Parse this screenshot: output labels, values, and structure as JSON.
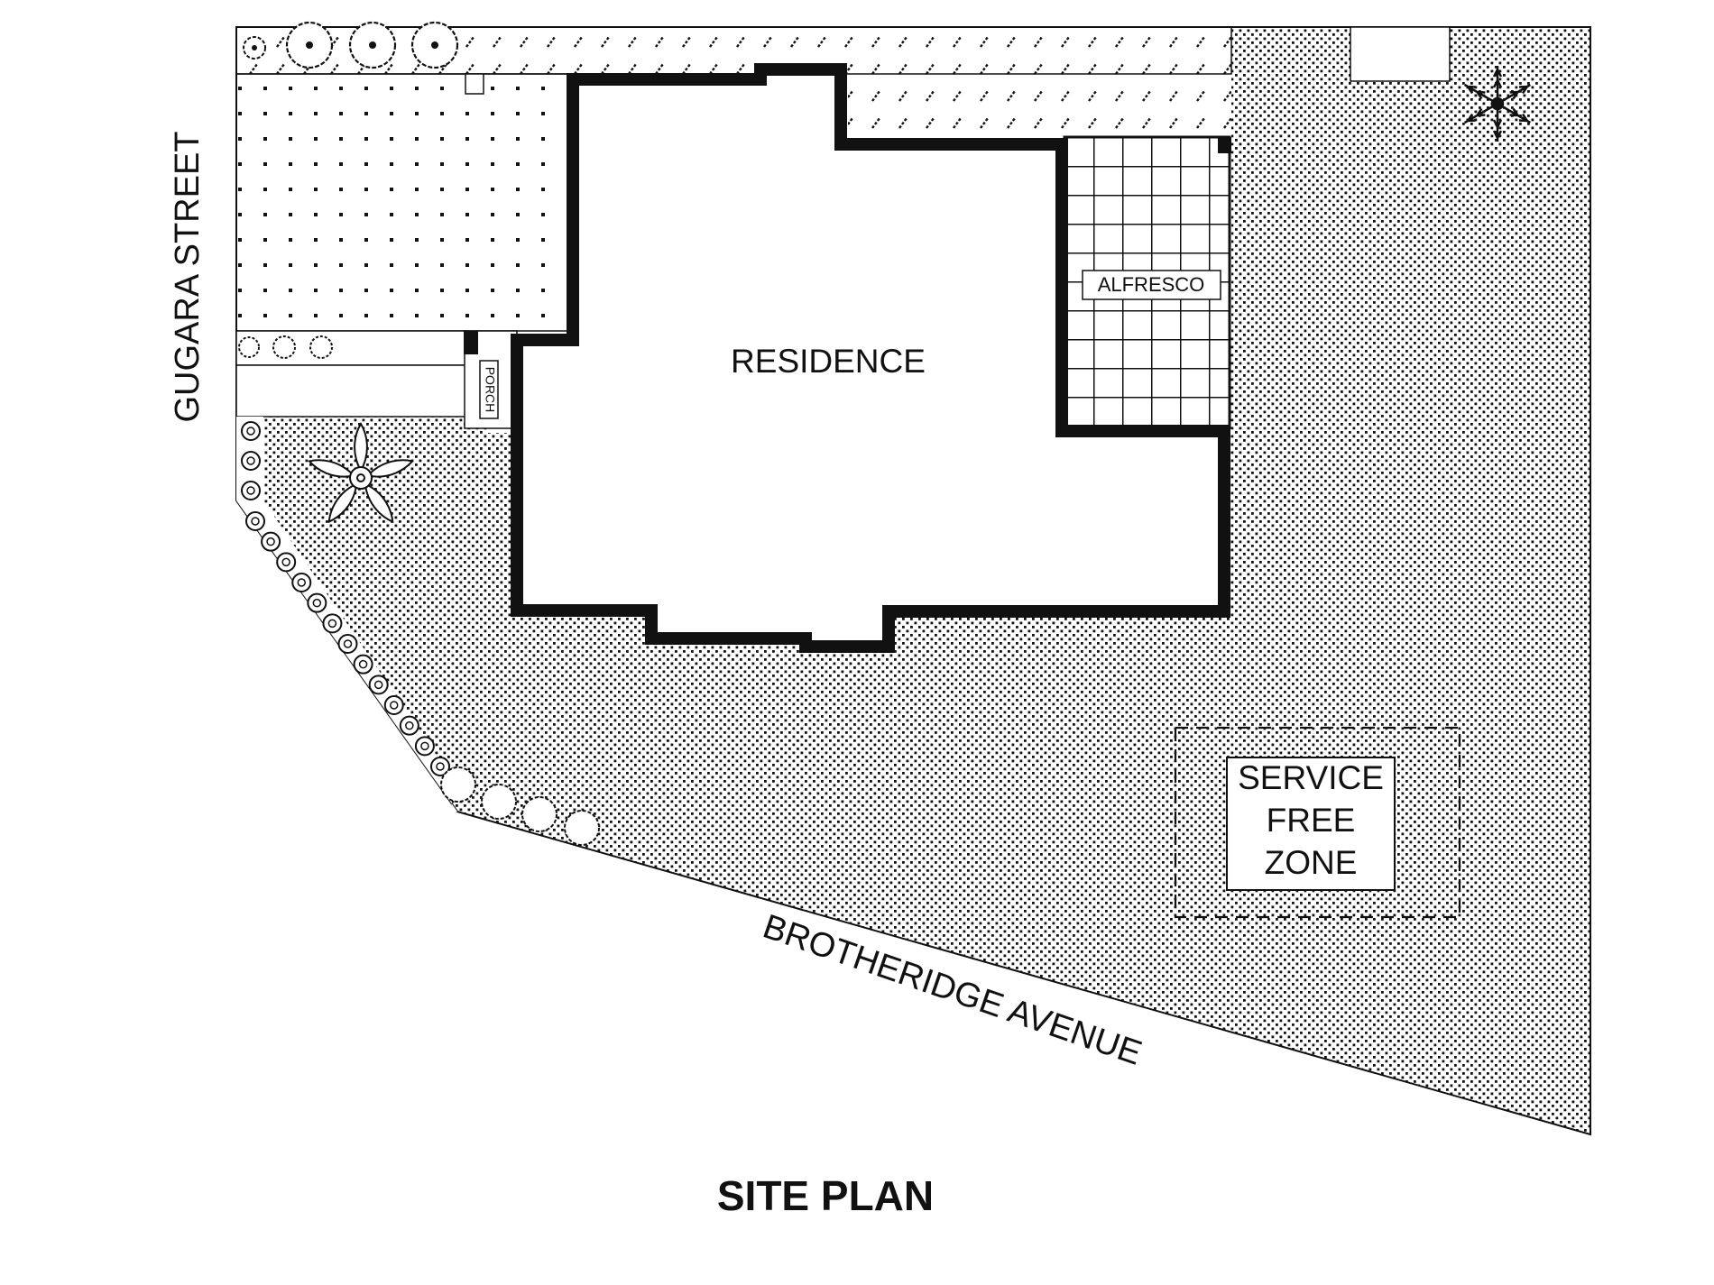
{
  "title": "SITE PLAN",
  "streets": {
    "west": "GUGARA STREET",
    "south": "BROTHERIDGE AVENUE"
  },
  "rooms": {
    "residence": "RESIDENCE",
    "alfresco": "ALFRESCO",
    "porch": "PORCH"
  },
  "zones": {
    "service_free": [
      "SERVICE",
      "FREE",
      "ZONE"
    ]
  },
  "colors": {
    "ink": "#111111",
    "paper": "#ffffff"
  }
}
